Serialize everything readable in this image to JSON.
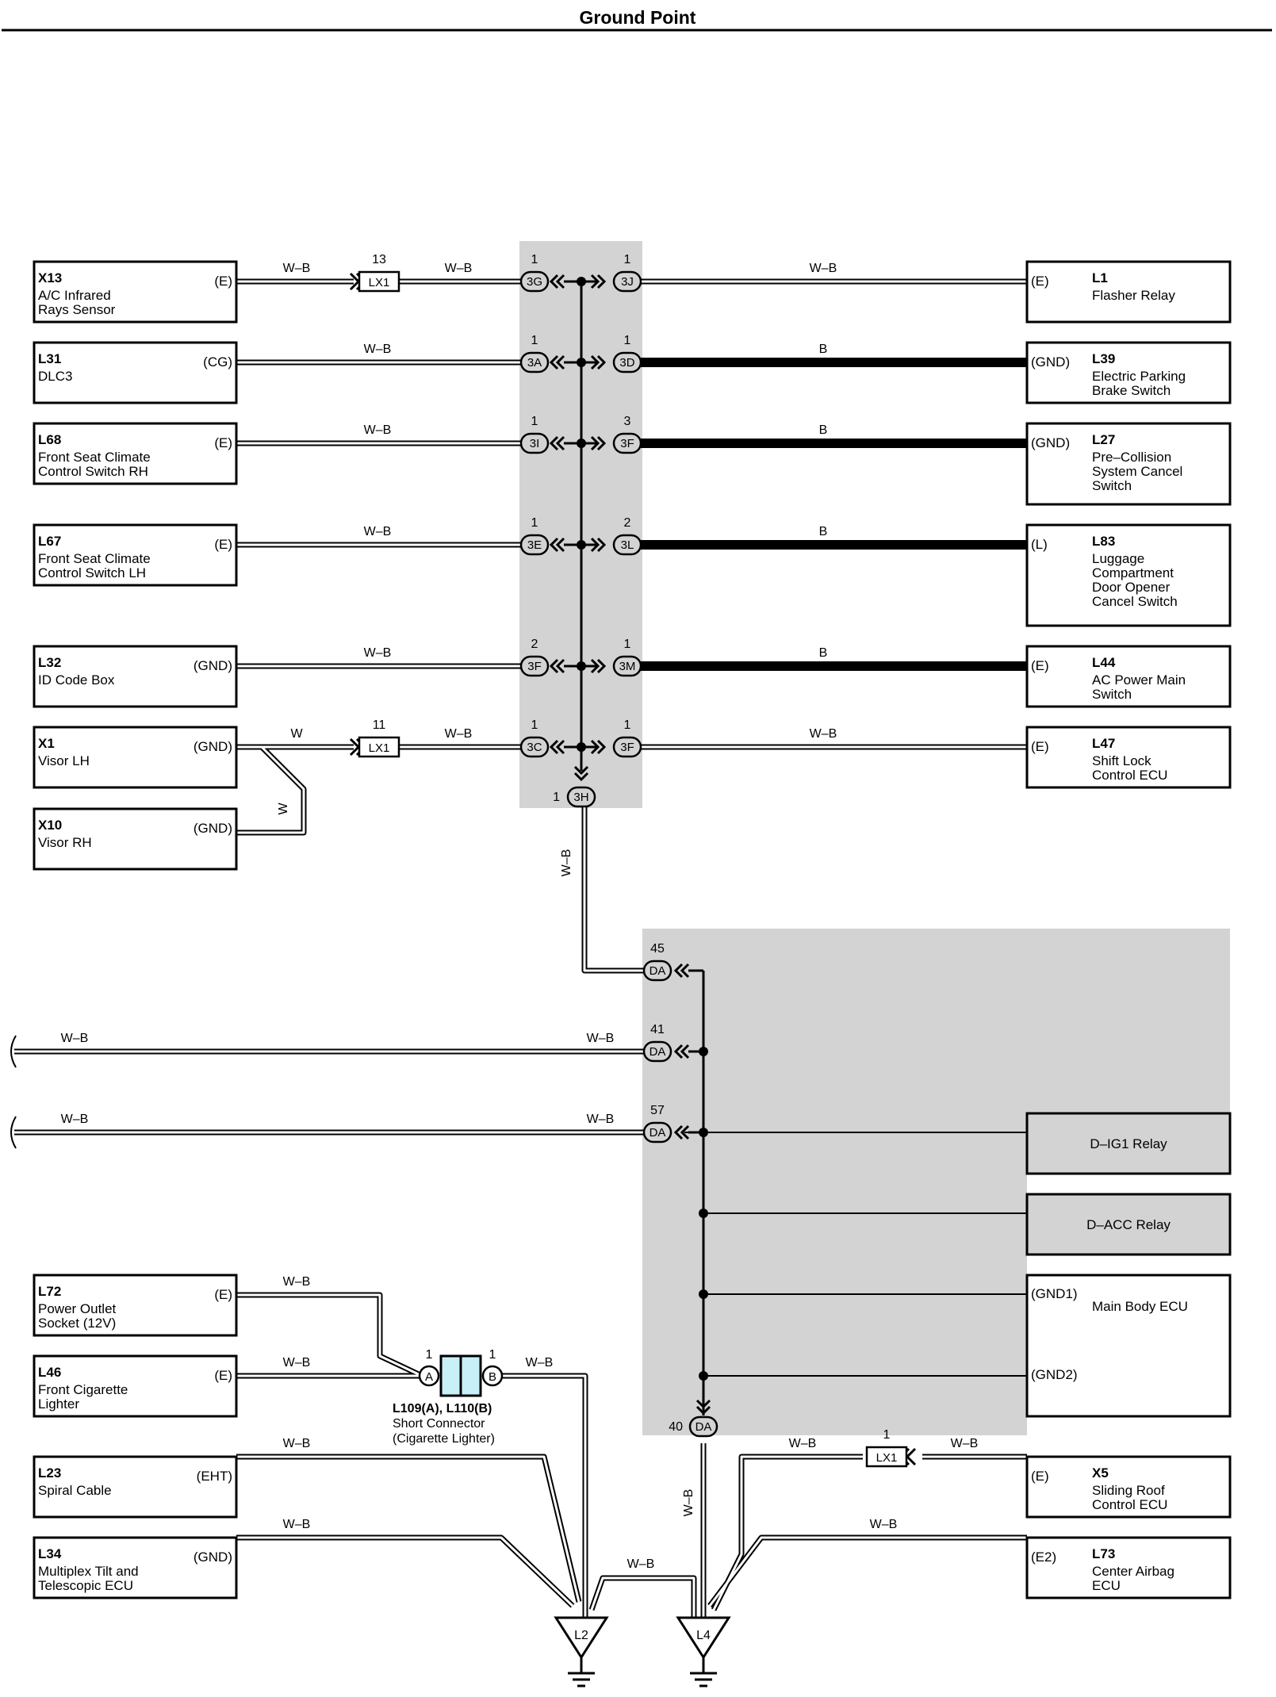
{
  "title": "Ground Point",
  "wire_colors": {
    "wb": "W–B",
    "b": "B",
    "w": "W"
  },
  "left_components": [
    {
      "id": "X13",
      "name_lines": [
        "A/C Infrared",
        "Rays Sensor"
      ],
      "pin": "(E)"
    },
    {
      "id": "L31",
      "name_lines": [
        "DLC3"
      ],
      "pin": "(CG)"
    },
    {
      "id": "L68",
      "name_lines": [
        "Front Seat Climate",
        "Control Switch RH"
      ],
      "pin": "(E)"
    },
    {
      "id": "L67",
      "name_lines": [
        "Front Seat Climate",
        "Control Switch LH"
      ],
      "pin": "(E)"
    },
    {
      "id": "L32",
      "name_lines": [
        "ID Code Box"
      ],
      "pin": "(GND)"
    },
    {
      "id": "X1",
      "name_lines": [
        "Visor LH"
      ],
      "pin": "(GND)"
    },
    {
      "id": "X10",
      "name_lines": [
        "Visor RH"
      ],
      "pin": "(GND)"
    },
    {
      "id": "L72",
      "name_lines": [
        "Power Outlet",
        "Socket (12V)"
      ],
      "pin": "(E)"
    },
    {
      "id": "L46",
      "name_lines": [
        "Front Cigarette",
        "Lighter"
      ],
      "pin": "(E)"
    },
    {
      "id": "L23",
      "name_lines": [
        "Spiral Cable"
      ],
      "pin": "(EHT)"
    },
    {
      "id": "L34",
      "name_lines": [
        "Multiplex Tilt and",
        "Telescopic ECU"
      ],
      "pin": "(GND)"
    }
  ],
  "right_components": [
    {
      "id": "L1",
      "name_lines": [
        "Flasher Relay"
      ],
      "pin": "(E)"
    },
    {
      "id": "L39",
      "name_lines": [
        "Electric Parking",
        "Brake Switch"
      ],
      "pin": "(GND)"
    },
    {
      "id": "L27",
      "name_lines": [
        "Pre–Collision",
        "System Cancel",
        "Switch"
      ],
      "pin": "(GND)"
    },
    {
      "id": "L83",
      "name_lines": [
        "Luggage",
        "Compartment",
        "Door Opener",
        "Cancel Switch"
      ],
      "pin": "(L)"
    },
    {
      "id": "L44",
      "name_lines": [
        "AC Power Main",
        "Switch"
      ],
      "pin": "(E)"
    },
    {
      "id": "L47",
      "name_lines": [
        "Shift Lock",
        "Control ECU"
      ],
      "pin": "(E)"
    },
    {
      "id": "X5",
      "name_lines": [
        "Sliding Roof",
        "Control ECU"
      ],
      "pin": "(E)"
    },
    {
      "id": "L73",
      "name_lines": [
        "Center Airbag",
        "ECU"
      ],
      "pin": "(E2)"
    }
  ],
  "junction_rows": [
    {
      "left_pin": "1",
      "left_conn": "3G",
      "right_pin": "1",
      "right_conn": "3J"
    },
    {
      "left_pin": "1",
      "left_conn": "3A",
      "right_pin": "1",
      "right_conn": "3D"
    },
    {
      "left_pin": "1",
      "left_conn": "3I",
      "right_pin": "3",
      "right_conn": "3F"
    },
    {
      "left_pin": "1",
      "left_conn": "3E",
      "right_pin": "2",
      "right_conn": "3L"
    },
    {
      "left_pin": "2",
      "left_conn": "3F",
      "right_pin": "1",
      "right_conn": "3M"
    },
    {
      "left_pin": "1",
      "left_conn": "3C",
      "right_pin": "1",
      "right_conn": "3F"
    }
  ],
  "junction_out": {
    "pin": "1",
    "conn": "3H"
  },
  "lx1_connectors": [
    {
      "name": "LX1",
      "pin": "13"
    },
    {
      "name": "LX1",
      "pin": "11"
    },
    {
      "name": "LX1",
      "pin": "1"
    }
  ],
  "body_ecu_pins": [
    {
      "pin": "45",
      "conn": "DA"
    },
    {
      "pin": "41",
      "conn": "DA"
    },
    {
      "pin": "57",
      "conn": "DA"
    },
    {
      "pin": "40",
      "conn": "DA"
    }
  ],
  "relays": [
    "D–IG1 Relay",
    "D–ACC Relay"
  ],
  "main_body_ecu": {
    "name": "Main Body ECU",
    "pins": [
      "(GND1)",
      "(GND2)"
    ]
  },
  "short_connector": {
    "id_line": "L109(A), L110(B)",
    "name_lines": [
      "Short Connector",
      "(Cigarette Lighter)"
    ],
    "pin_a": "1",
    "label_a": "A",
    "pin_b": "1",
    "label_b": "B"
  },
  "grounds": [
    "L2",
    "L4"
  ]
}
